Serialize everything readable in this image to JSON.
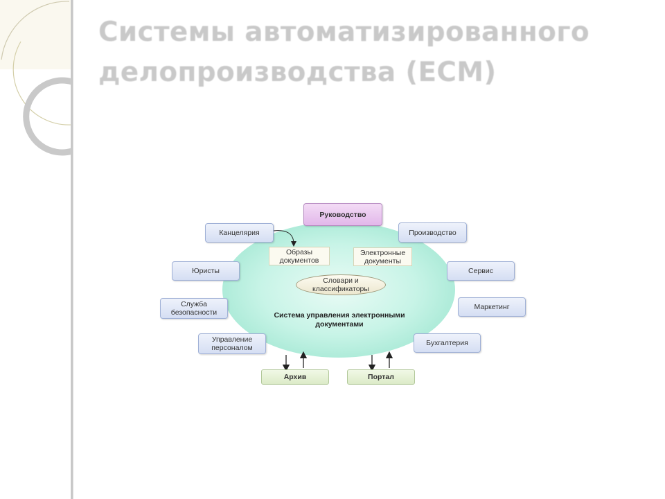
{
  "slide": {
    "title": "Системы автоматизированного делопроизводства (ECM)"
  },
  "diagram": {
    "center_label": "Система управления электронными документами",
    "top_node": "Руководство",
    "left_nodes": [
      "Канцелярия",
      "Юристы",
      "Служба безопасности",
      "Управление персоналом"
    ],
    "right_nodes": [
      "Производство",
      "Сервис",
      "Маркетинг",
      "Бухгалтерия"
    ],
    "inner_items": [
      "Образы документов",
      "Электронные документы",
      "Словари и классификаторы"
    ],
    "bottom_nodes": [
      "Архив",
      "Портал"
    ]
  },
  "colors": {
    "title": "#c9c9c9",
    "ellipse": "#b8f0df",
    "node_blue": "#d5def3",
    "node_violet": "#e2b7ea",
    "node_green": "#dcebc8"
  }
}
